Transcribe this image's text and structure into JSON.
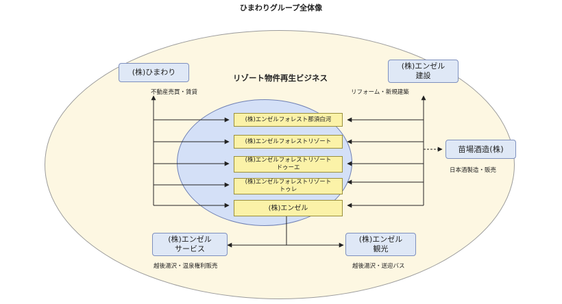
{
  "page_title": "ひまわりグループ全体像",
  "center_heading": "リゾート物件再生ビジネス",
  "companies": {
    "himawari": {
      "line1": "(株)ひまわり",
      "caption": "不動産売買・賃貸"
    },
    "angel_construction": {
      "line1": "(株)エンゼル",
      "line2": "建設",
      "caption": "リフォーム・新規建築"
    },
    "naeba_sake": {
      "line1": "苗場酒造(株)",
      "caption": "日本酒製造・販売"
    },
    "angel_service": {
      "line1": "(株)エンゼル",
      "line2": "サービス",
      "caption": "越後湯沢・温泉権利販売"
    },
    "angel_tourism": {
      "line1": "(株)エンゼル",
      "line2": "観光",
      "caption": "越後湯沢・送迎バス"
    }
  },
  "subsidiaries": [
    {
      "line1": "(株)エンゼルフォレスト那須白河",
      "line2": ""
    },
    {
      "line1": "(株)エンゼルフォレストリゾート",
      "line2": ""
    },
    {
      "line1": "(株)エンゼルフォレストリゾート",
      "line2": "ドゥーエ"
    },
    {
      "line1": "(株)エンゼルフォレストリゾート",
      "line2": "トゥレ"
    },
    {
      "line1": "(株)エンゼル",
      "line2": ""
    }
  ],
  "colors": {
    "outer_fill": "#fdf7e2",
    "inner_fill": "#d4e0f7",
    "company_fill": "#dfe8f6",
    "subsidiary_fill": "#fbf2a8"
  }
}
